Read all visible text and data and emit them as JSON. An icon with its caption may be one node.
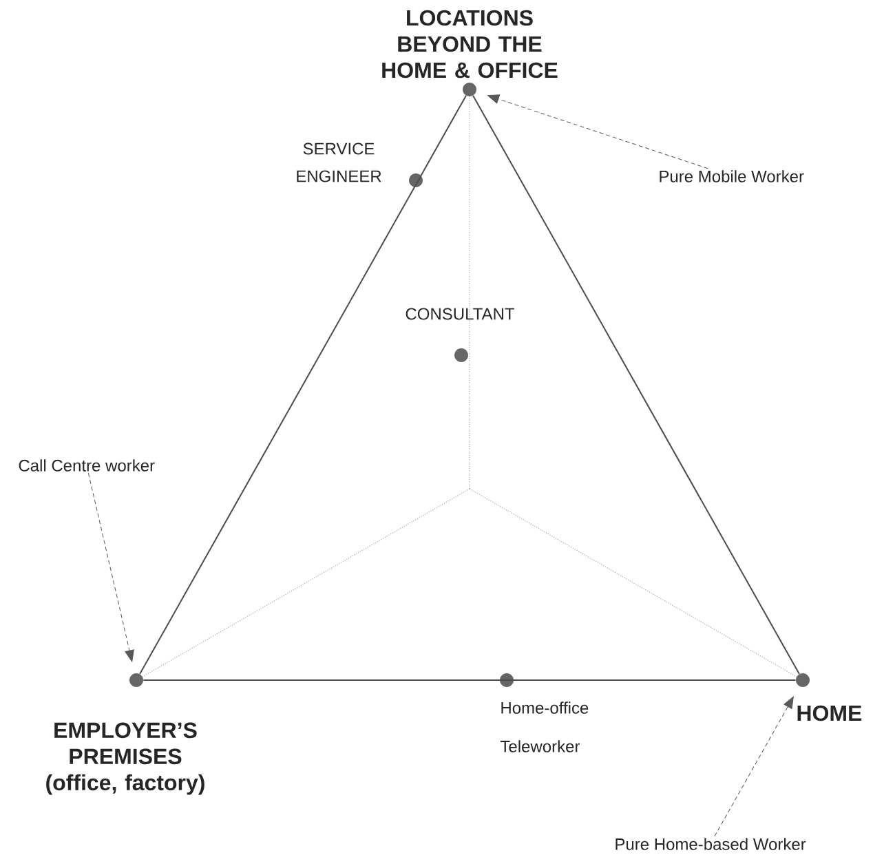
{
  "diagram": {
    "nodes": [
      {
        "text": [],
        "shape": "circle",
        "beside": [
          "LOCATIONS BEYOND THE HOME & OFFICE"
        ]
      },
      {
        "text": [],
        "shape": "circle",
        "beside": [
          "SERVICE ENGINEER"
        ]
      },
      {
        "text": [],
        "shape": "circle",
        "beside": [
          "CONSULTANT"
        ]
      },
      {
        "text": [],
        "shape": "circle",
        "beside": [
          "EMPLOYER’S PREMISES (office, factory)"
        ]
      },
      {
        "text": [],
        "shape": "circle",
        "beside": [
          "Home-office Teleworker"
        ]
      },
      {
        "text": [],
        "shape": "circle",
        "beside": [
          "HOME"
        ]
      },
      {
        "text": [
          "Pure Mobile Worker"
        ]
      },
      {
        "text": [
          "Call Centre worker"
        ]
      },
      {
        "text": [
          "Pure Home-based Worker"
        ]
      }
    ],
    "edges": [
      {
        "from": 0,
        "to": 3,
        "arrow": "none"
      },
      {
        "from": 3,
        "to": 5,
        "arrow": "none"
      },
      {
        "from": 0,
        "to": 5,
        "arrow": "none"
      },
      {
        "from": 6,
        "to": 0,
        "arrow": "to",
        "style": "dashed"
      },
      {
        "from": 7,
        "to": 3,
        "arrow": "to",
        "style": "dashed"
      },
      {
        "from": 8,
        "to": 5,
        "arrow": "to",
        "style": "dashed"
      }
    ]
  }
}
